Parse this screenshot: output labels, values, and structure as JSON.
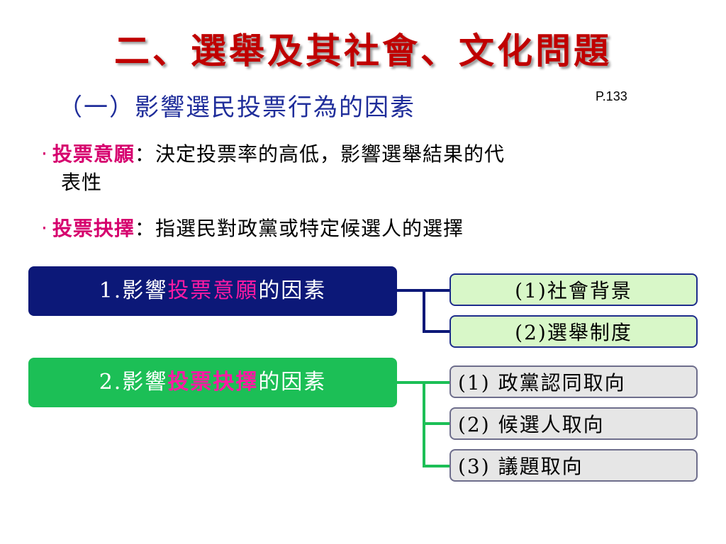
{
  "title": "二、選舉及其社會、文化問題",
  "subtitle": "（一）影響選民投票行為的因素",
  "page_ref": "P.133",
  "bullets": [
    {
      "marker": "‧",
      "term": "投票意願",
      "separator": "：",
      "text_line1": "決定投票率的高低，影響選舉結果的代",
      "text_line2": "表性"
    },
    {
      "marker": "‧",
      "term": "投票抉擇",
      "separator": "：",
      "text_line1": "指選民對政黨或特定候選人的選擇"
    }
  ],
  "diagram": {
    "group1": {
      "prefix": "1.影響",
      "highlight": "投票意願",
      "suffix": "的因素",
      "items": [
        "(1)社會背景",
        "(2)選舉制度"
      ],
      "color": "#0c1878"
    },
    "group2": {
      "prefix": "2.影響",
      "highlight": "投票抉擇",
      "suffix": "的因素",
      "items": [
        "(1) 政黨認同取向",
        "(2) 候選人取向",
        "(3) 議題取向"
      ],
      "color": "#1cbf56"
    },
    "highlight_color": "#ff1aa3"
  }
}
